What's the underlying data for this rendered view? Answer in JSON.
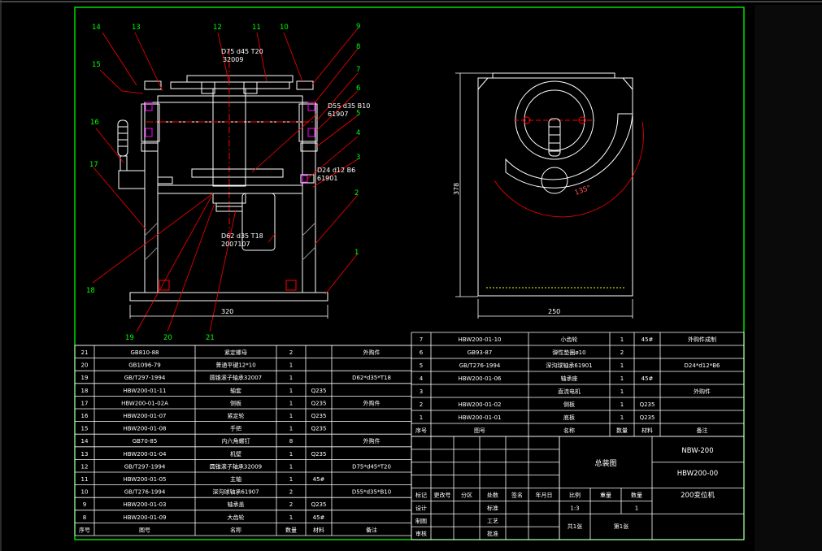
{
  "colors": {
    "background": "#000000",
    "frame": "#00ff00",
    "outline": "#ffffff",
    "leader": "#ff0000",
    "section": "#ff00ff",
    "center": "#ff0000"
  },
  "front_view": {
    "callouts": [
      "1",
      "2",
      "3",
      "4",
      "5",
      "6",
      "7",
      "8",
      "9",
      "10",
      "11",
      "12",
      "13",
      "14",
      "15",
      "16",
      "17",
      "18",
      "19",
      "20",
      "21"
    ],
    "notes": {
      "top": [
        "D75 d45 T20",
        "32009"
      ],
      "right_a": [
        "D55 d35 B10",
        "61907"
      ],
      "right_b": [
        "D24 d12 B6",
        "61901"
      ],
      "bottom": [
        "D62 d35 T18",
        "2007107"
      ]
    },
    "width_dim": "320"
  },
  "side_view": {
    "height_dim": "378",
    "width_dim": "250",
    "arc_dim": "135°"
  },
  "parts_left": {
    "header": [
      "序号",
      "图号",
      "名称",
      "数量",
      "材料",
      "备注"
    ],
    "rows": [
      [
        "21",
        "GB810-88",
        "紧定螺母",
        "2",
        "",
        "外购件"
      ],
      [
        "20",
        "GB1096-79",
        "普通平键12*10",
        "1",
        "",
        ""
      ],
      [
        "19",
        "GB/T297-1994",
        "圆锥滚子轴承32007",
        "1",
        "",
        "D62*d35*T18"
      ],
      [
        "18",
        "HBW200-01-11",
        "轴套",
        "1",
        "Q235",
        ""
      ],
      [
        "17",
        "HBW200-01-02A",
        "侧板",
        "1",
        "Q235",
        "外购件"
      ],
      [
        "16",
        "HBW200-01-07",
        "紧定轮",
        "1",
        "Q235",
        ""
      ],
      [
        "15",
        "HBW200-01-08",
        "手把",
        "1",
        "Q235",
        ""
      ],
      [
        "14",
        "GB70-85",
        "内六角螺钉",
        "8",
        "",
        "外购件"
      ],
      [
        "13",
        "HBW200-01-04",
        "机壁",
        "1",
        "Q235",
        ""
      ],
      [
        "12",
        "GB/T297-1994",
        "圆锥滚子轴承32009",
        "1",
        "",
        "D75*d45*T20"
      ],
      [
        "11",
        "HBW200-01-05",
        "主轴",
        "1",
        "45#",
        ""
      ],
      [
        "10",
        "GB/T276-1994",
        "深沟球轴承61907",
        "2",
        "",
        "D55*d35*B10"
      ],
      [
        "9",
        "HBW200-01-03",
        "轴承盖",
        "2",
        "Q235",
        ""
      ],
      [
        "8",
        "HBW200-01-09",
        "大齿轮",
        "1",
        "45#",
        ""
      ]
    ]
  },
  "parts_right": {
    "header": [
      "序号",
      "图号",
      "名称",
      "数量",
      "材料",
      "备注"
    ],
    "rows": [
      [
        "7",
        "HBW200-01-10",
        "小齿轮",
        "1",
        "45#",
        "外购件成制"
      ],
      [
        "6",
        "GB93-87",
        "弹性垫圈ø10",
        "2",
        "",
        ""
      ],
      [
        "5",
        "GB/T276-1994",
        "深沟球轴承61901",
        "1",
        "",
        "D24*d12*B6"
      ],
      [
        "4",
        "HBW200-01-06",
        "轴承座",
        "1",
        "45#",
        ""
      ],
      [
        "3",
        "",
        "直流电机",
        "1",
        "",
        "外购件"
      ],
      [
        "2",
        "HBW200-01-02",
        "侧板",
        "1",
        "Q235",
        ""
      ],
      [
        "1",
        "HBW200-01-01",
        "底板",
        "1",
        "Q235",
        ""
      ]
    ]
  },
  "title_block": {
    "drawing_title": "总装图",
    "code1": "NBW-200",
    "code2": "HBW200-00",
    "product": "200变位机",
    "ratio_label": "比例",
    "weight_label": "重量",
    "qty_label": "数量",
    "ratio_value": "1:3",
    "qty_value": "1",
    "sheets_total": "共1张",
    "sheet_no": "第1张",
    "rev_headers": [
      "标记",
      "更改号",
      "分区",
      "处数",
      "签名",
      "年月日"
    ],
    "roles": [
      "设计",
      "标准",
      "制图",
      "工艺",
      "审核",
      "批准"
    ]
  }
}
